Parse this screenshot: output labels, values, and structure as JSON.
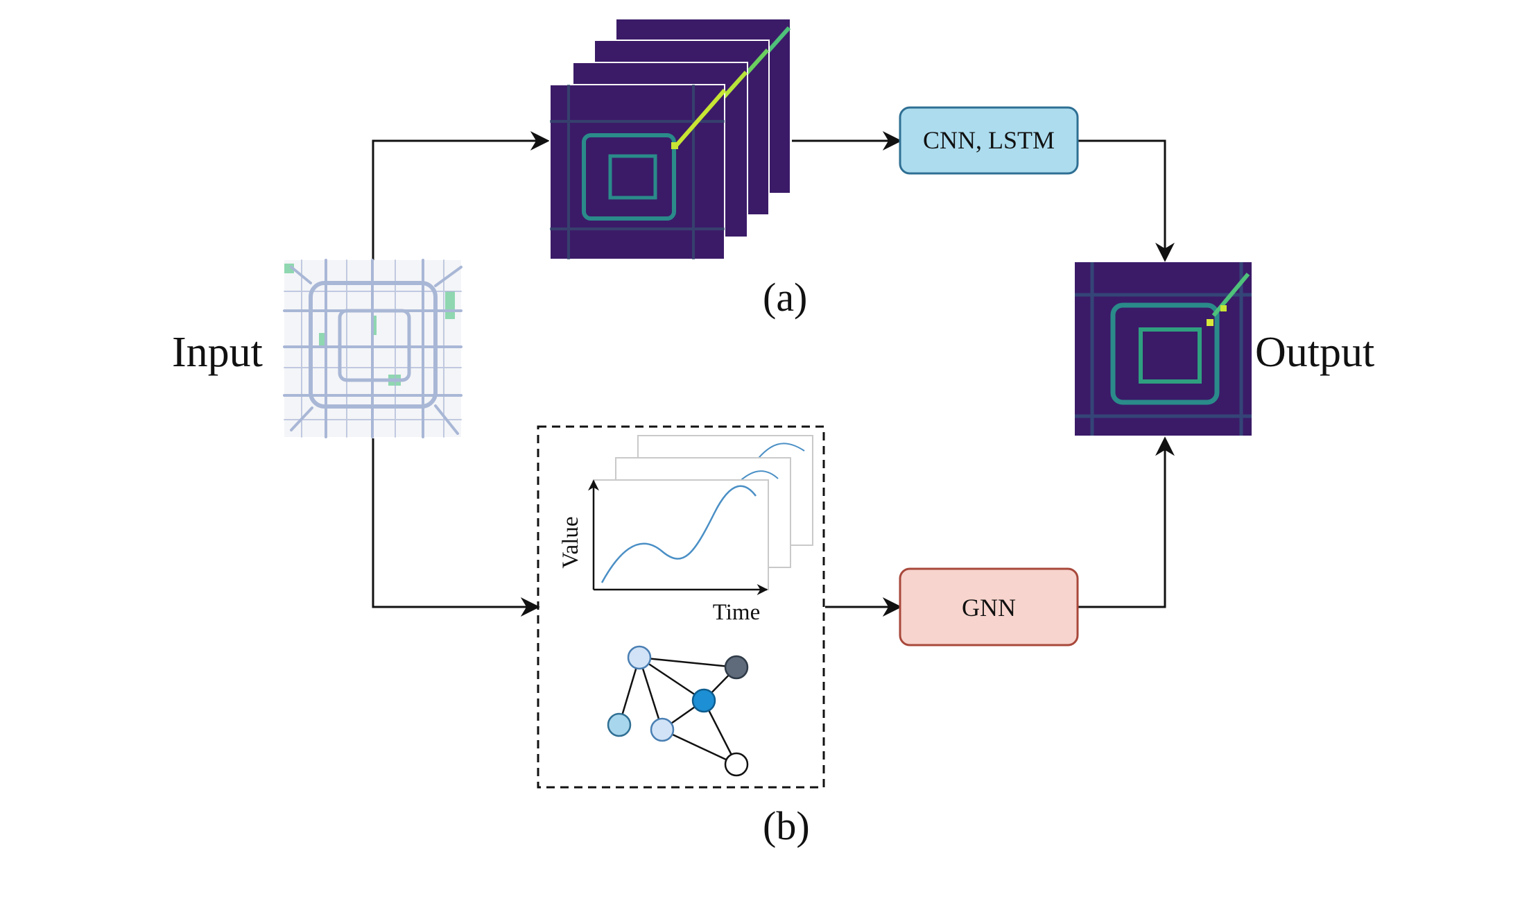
{
  "labels": {
    "input": "Input",
    "output": "Output",
    "caption_a": "(a)",
    "caption_b": "(b)"
  },
  "boxes": {
    "cnn_lstm": "CNN, LSTM",
    "gnn": "GNN"
  },
  "plot": {
    "y_axis": "Value",
    "x_axis": "Time"
  },
  "colors": {
    "cnn_box_fill": "#acdcee",
    "cnn_box_stroke": "#2f6f93",
    "gnn_box_fill": "#f7d4cd",
    "gnn_box_stroke": "#a8483b",
    "heatmap_bg": "#3b1b68",
    "heatmap_road": "#2a8b8a",
    "heatmap_hot": "#c8e534",
    "curve": "#4a8fc5",
    "map_road": "#a9b7d6",
    "map_green": "#8fd7b0",
    "node_light": "#d2e3f7",
    "node_mid": "#a8d6ec",
    "node_bright": "#1d8fd4",
    "node_dark": "#5f6b7a",
    "node_white": "#ffffff"
  },
  "icons": [
    "heatmap-stack-image",
    "city-road-map-image",
    "heatmap-output-image",
    "time-series-plot-icon",
    "graph-network-icon"
  ]
}
